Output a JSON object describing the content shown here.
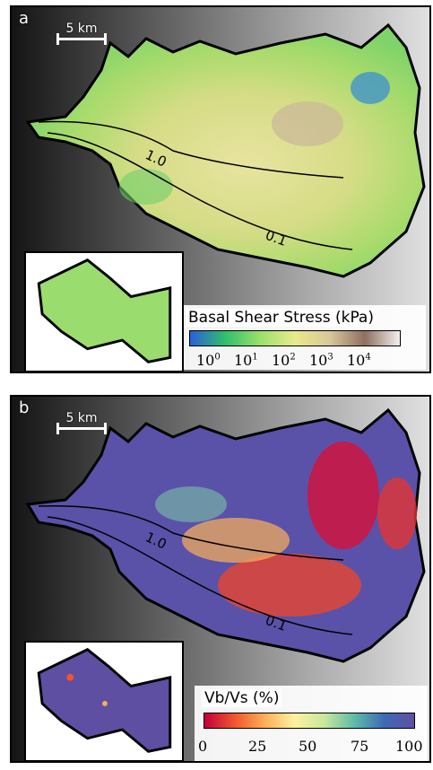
{
  "panels": [
    {
      "label": "a",
      "scale_label": "5 km",
      "contour_labels": [
        "1.0",
        "0.1"
      ],
      "colorbar": {
        "title": "Basal Shear Stress (kPa)",
        "scale": "log",
        "ticks": [
          "10",
          "10",
          "10",
          "10",
          "10"
        ],
        "tick_exponents": [
          "0",
          "1",
          "2",
          "3",
          "4"
        ],
        "colormap": [
          "#2b5fd9",
          "#2fbf6a",
          "#9be06a",
          "#e8ea8c",
          "#d9c79a",
          "#8f6f60",
          "#f3f0ee"
        ]
      }
    },
    {
      "label": "b",
      "scale_label": "5 km",
      "contour_labels": [
        "1.0",
        "0.1"
      ],
      "colorbar": {
        "title": "Vb/Vs (%)",
        "scale": "linear",
        "ticks": [
          "0",
          "25",
          "50",
          "75",
          "100"
        ],
        "colormap": [
          "#c2003a",
          "#f0552d",
          "#fcae58",
          "#fdf1a0",
          "#c8e89c",
          "#5fbba8",
          "#3d6ab5",
          "#5e4fa2"
        ]
      }
    }
  ],
  "colors": {
    "terrain_dark": "#1c1c1c",
    "terrain_light": "#d8d8d8",
    "outline": "#000000"
  }
}
